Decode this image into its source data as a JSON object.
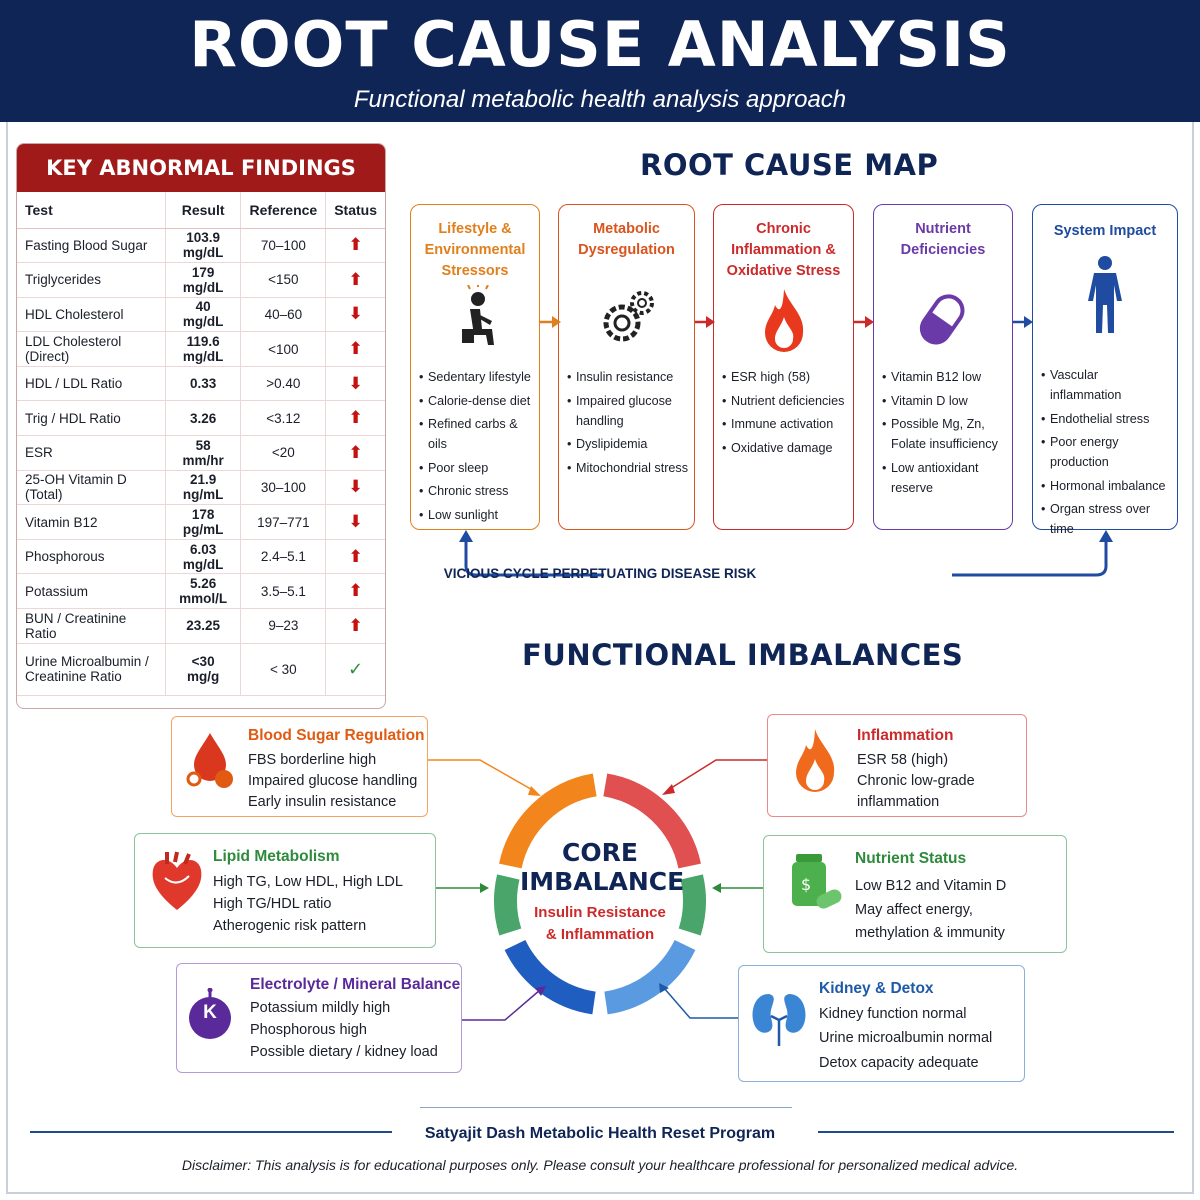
{
  "header": {
    "title": "ROOT CAUSE ANALYSIS",
    "subtitle": "Functional metabolic health analysis approach"
  },
  "findings": {
    "title": "KEY ABNORMAL FINDINGS",
    "columns": [
      "Test",
      "Result",
      "Reference",
      "Status"
    ],
    "rows": [
      {
        "test": "Fasting Blood Sugar",
        "result": "103.9 mg/dL",
        "ref": "70–100",
        "status": "up"
      },
      {
        "test": "Triglycerides",
        "result": "179 mg/dL",
        "ref": "<150",
        "status": "up"
      },
      {
        "test": "HDL Cholesterol",
        "result": "40 mg/dL",
        "ref": "40–60",
        "status": "down"
      },
      {
        "test": "LDL Cholesterol (Direct)",
        "result": "119.6 mg/dL",
        "ref": "<100",
        "status": "up"
      },
      {
        "test": "HDL / LDL Ratio",
        "result": "0.33",
        "ref": ">0.40",
        "status": "down"
      },
      {
        "test": "Trig / HDL Ratio",
        "result": "3.26",
        "ref": "<3.12",
        "status": "up"
      },
      {
        "test": "ESR",
        "result": "58 mm/hr",
        "ref": "<20",
        "status": "up"
      },
      {
        "test": "25-OH Vitamin D (Total)",
        "result": "21.9 ng/mL",
        "ref": "30–100",
        "status": "down"
      },
      {
        "test": "Vitamin B12",
        "result": "178 pg/mL",
        "ref": "197–771",
        "status": "down"
      },
      {
        "test": "Phosphorous",
        "result": "6.03 mg/dL",
        "ref": "2.4–5.1",
        "status": "up"
      },
      {
        "test": "Potassium",
        "result": "5.26 mmol/L",
        "ref": "3.5–5.1",
        "status": "up"
      },
      {
        "test": "BUN / Creatinine Ratio",
        "result": "23.25",
        "ref": "9–23",
        "status": "up"
      },
      {
        "test": "Urine Microalbumin / Creatinine Ratio",
        "result": "<30 mg/g",
        "ref": "< 30",
        "status": "ok"
      }
    ]
  },
  "map": {
    "title": "ROOT CAUSE MAP",
    "cards": [
      {
        "title": "Lifestyle & Environmental Stressors",
        "color": "#e0801d",
        "icon": "stressed-person-icon",
        "items": [
          "Sedentary lifestyle",
          "Calorie-dense diet",
          "Refined carbs & oils",
          "Poor sleep",
          "Chronic stress",
          "Low sunlight"
        ]
      },
      {
        "title": "Metabolic Dysregulation",
        "color": "#d9541e",
        "icon": "gears-icon",
        "items": [
          "Insulin resistance",
          "Impaired glucose handling",
          "Dyslipidemia",
          "Mitochondrial stress"
        ]
      },
      {
        "title": "Chronic Inflammation & Oxidative Stress",
        "color": "#cc2a2a",
        "icon": "flame-icon",
        "items": [
          "ESR high (58)",
          "Nutrient deficiencies",
          "Immune activation",
          "Oxidative damage"
        ]
      },
      {
        "title": "Nutrient Deficiencies",
        "color": "#6a3aa8",
        "icon": "capsule-icon",
        "items": [
          "Vitamin B12 low",
          "Vitamin D low",
          "Possible Mg, Zn, Folate insufficiency",
          "Low antioxidant reserve"
        ]
      },
      {
        "title": "System Impact",
        "color": "#1f4ba0",
        "icon": "human-body-icon",
        "items": [
          "Vascular inflammation",
          "Endothelial stress",
          "Poor energy production",
          "Hormonal imbalance",
          "Organ stress over time"
        ]
      }
    ],
    "cycle_label": "VICIOUS CYCLE PERPETUATING DISEASE RISK"
  },
  "imbalances": {
    "title": "FUNCTIONAL IMBALANCES",
    "core": {
      "line1": "CORE",
      "line2": "IMBALANCE",
      "line3": "Insulin Resistance",
      "line4": "& Inflammation"
    },
    "boxes": {
      "blood_sugar": {
        "title": "Blood Sugar Regulation",
        "color": "#e05a12",
        "lines": [
          "FBS borderline high",
          "Impaired glucose handling",
          "Early insulin resistance"
        ]
      },
      "inflammation": {
        "title": "Inflammation",
        "color": "#cc2a2a",
        "lines": [
          "ESR 58 (high)",
          "Chronic low-grade",
          "inflammation"
        ]
      },
      "lipid": {
        "title": "Lipid Metabolism",
        "color": "#2e8a3c",
        "lines": [
          "High TG, Low HDL, High LDL",
          "High TG/HDL ratio",
          "Atherogenic risk pattern"
        ]
      },
      "nutrient": {
        "title": "Nutrient Status",
        "color": "#2e8a3c",
        "lines": [
          "Low B12 and Vitamin D",
          "May affect energy,",
          "methylation & immunity"
        ]
      },
      "electrolyte": {
        "title": "Electrolyte / Mineral Balance",
        "color": "#5a2a9a",
        "icon_letter": "K",
        "lines": [
          "Potassium mildly high",
          "Phosphorous high",
          "Possible dietary / kidney load"
        ]
      },
      "kidney": {
        "title": "Kidney & Detox",
        "color": "#1f5aa8",
        "lines": [
          "Kidney function normal",
          "Urine microalbumin normal",
          "Detox capacity adequate"
        ]
      }
    }
  },
  "footer": {
    "program": "Satyajit Dash Metabolic Health Reset Program",
    "disclaimer": "Disclaimer: This analysis is for educational purposes only. Please consult your healthcare professional for personalized medical advice."
  }
}
